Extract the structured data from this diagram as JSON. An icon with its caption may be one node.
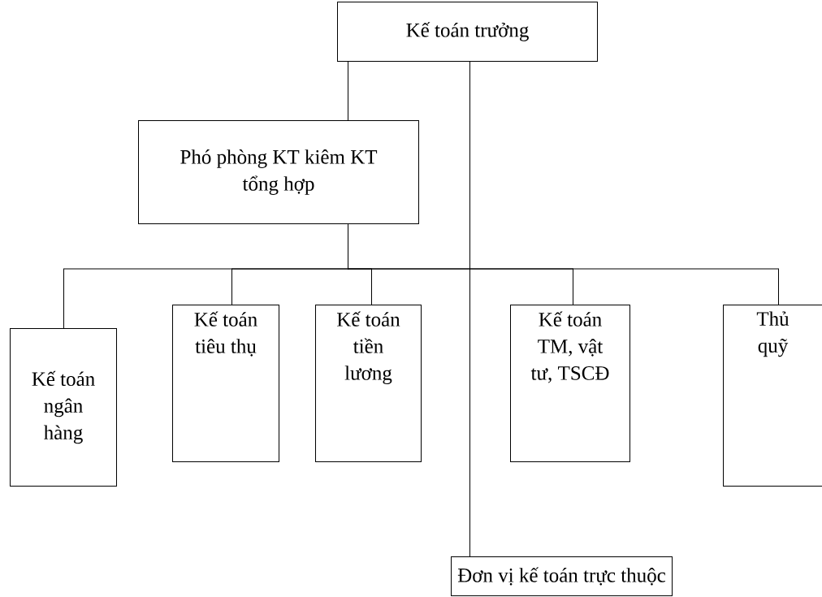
{
  "diagram": {
    "nodes": [
      {
        "text": [
          "Kế toán trưởng"
        ]
      },
      {
        "text": [
          "Phó phòng KT kiêm KT tổng hợp"
        ]
      },
      {
        "text": [
          "Kế toán ngân hàng"
        ]
      },
      {
        "text": [
          "Kế toán tiêu thụ"
        ]
      },
      {
        "text": [
          "Kế toán tiền lương"
        ]
      },
      {
        "text": [
          "Kế toán TM, vật tư, TSCĐ"
        ]
      },
      {
        "text": [
          "Thủ quỹ"
        ]
      },
      {
        "text": [
          "Đơn vị kế toán trực thuộc"
        ]
      }
    ],
    "edges": [
      {
        "from": 0,
        "to": 1,
        "arrow": "none"
      },
      {
        "from": 0,
        "to": 7,
        "arrow": "none"
      },
      {
        "from": 1,
        "to": 2,
        "arrow": "none"
      },
      {
        "from": 1,
        "to": 3,
        "arrow": "none"
      },
      {
        "from": 1,
        "to": 4,
        "arrow": "none"
      },
      {
        "from": 1,
        "to": 5,
        "arrow": "none"
      },
      {
        "from": 1,
        "to": 6,
        "arrow": "none"
      }
    ]
  }
}
